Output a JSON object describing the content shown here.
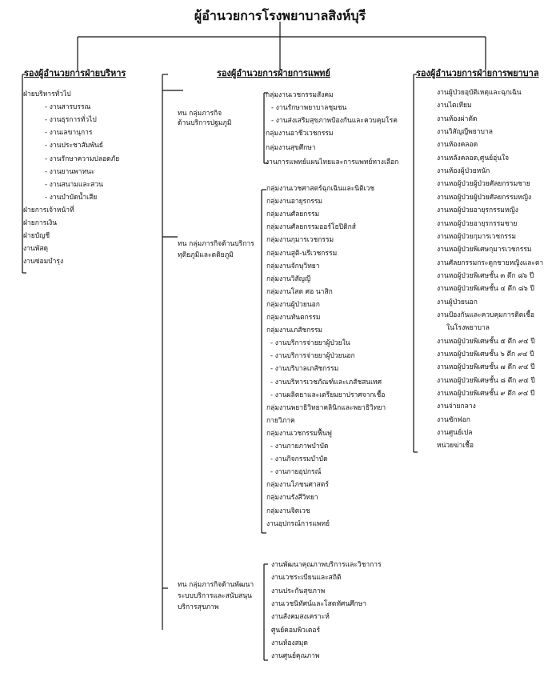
{
  "title": "ผู้อำนวยการโรงพยาบาลสิงห์บุรี",
  "left": {
    "header": "รองผู้อำนวยการฝ่ายบริหาร",
    "items": [
      {
        "text": "ฝ่ายบริหารทั่วไป",
        "sub": false
      },
      {
        "text": "- งานสารบรรณ",
        "sub": true
      },
      {
        "text": "- งานธุรการทั่วไป",
        "sub": true
      },
      {
        "text": "- งานเลขานุการ",
        "sub": true
      },
      {
        "text": "- งานประชาสัมพันธ์",
        "sub": true
      },
      {
        "text": "- งานรักษาความปลอดภัย",
        "sub": true
      },
      {
        "text": "- งานยานพาหนะ",
        "sub": true
      },
      {
        "text": "- งานสนามและสวน",
        "sub": true
      },
      {
        "text": "- งานบำบัดน้ำเสีย",
        "sub": true
      },
      {
        "text": "ฝ่ายการเจ้าหน้าที่",
        "sub": false
      },
      {
        "text": "ฝ่ายการเงิน",
        "sub": false
      },
      {
        "text": "ฝ่ายบัญชี",
        "sub": false
      },
      {
        "text": "งานพัสดุ",
        "sub": false
      },
      {
        "text": "งานซ่อมบำรุง",
        "sub": false
      }
    ]
  },
  "middle": {
    "header": "รองผู้อำนวยการฝ่ายการแพทย์",
    "mission1": {
      "label": [
        "ทน กลุ่มภารกิจ",
        "ด้านบริการปฐมภูมิ"
      ],
      "items": [
        {
          "text": "กลุ่มงานเวชกรรมสังคม",
          "sub": false
        },
        {
          "text": "- งานรักษาพยาบาลชุมชน",
          "sub": true
        },
        {
          "text": "- งานส่งเสริมสุขภาพป้องกันและควบคุมโรค",
          "sub": true
        },
        {
          "text": "กลุ่มงานอาชีวเวชกรรม",
          "sub": false
        },
        {
          "text": "กลุ่มงานสุขศึกษา",
          "sub": false
        },
        {
          "text": "งานการแพทย์แผนไทยและการแพทย์ทางเลือก",
          "sub": false
        }
      ]
    },
    "mission2": {
      "label": [
        "ทน กลุ่มภารกิจด้านบริการ",
        "ทุติยภูมิและตติยภูมิ"
      ],
      "items": [
        {
          "text": "กลุ่มงานเวชศาสตร์ฉุกเฉินและนิติเวช",
          "sub": false
        },
        {
          "text": "กลุ่มงานอายุรกรรม",
          "sub": false
        },
        {
          "text": "กลุ่มงานศัลยกรรม",
          "sub": false
        },
        {
          "text": "กลุ่มงานศัลยกรรมออร์โธปิดิกส์",
          "sub": false
        },
        {
          "text": "กลุ่มงานกุมารเวชกรรม",
          "sub": false
        },
        {
          "text": "กลุ่มงานสูติ-นรีเวชกรรม",
          "sub": false
        },
        {
          "text": "กลุ่มงานจักษุวิทยา",
          "sub": false
        },
        {
          "text": "กลุ่มงานวิสัญญี",
          "sub": false
        },
        {
          "text": "กลุ่มงานโสต ศอ นาสิก",
          "sub": false
        },
        {
          "text": "กลุ่มงานผู้ป่วยนอก",
          "sub": false
        },
        {
          "text": "กลุ่มงานทันตกรรม",
          "sub": false
        },
        {
          "text": "กลุ่มงานเภสัชกรรม",
          "sub": false
        },
        {
          "text": "- งานบริการจ่ายยาผู้ป่วยใน",
          "sub": true
        },
        {
          "text": "- งานบริการจ่ายยาผู้ป่วยนอก",
          "sub": true
        },
        {
          "text": "- งานบริบาลเภสัชกรรม",
          "sub": true
        },
        {
          "text": "- งานบริหารเวชภัณฑ์และเภสัชสนเทศ",
          "sub": true
        },
        {
          "text": "- งานผลิตยาและเตรียมยาปราศจากเชื้อ",
          "sub": true
        },
        {
          "text": "กลุ่มงานพยาธิวิทยาคลินิกและพยาธิวิทยา",
          "sub": false
        },
        {
          "text": "กายวิภาค",
          "sub": false
        },
        {
          "text": "กลุ่มงานเวชกรรมฟื้นฟู",
          "sub": false
        },
        {
          "text": "- งานกายภาพบำบัด",
          "sub": true
        },
        {
          "text": "- งานกิจกรรมบำบัด",
          "sub": true
        },
        {
          "text": "- งานกายอุปกรณ์",
          "sub": true
        },
        {
          "text": "กลุ่มงานโภชนศาสตร์",
          "sub": false
        },
        {
          "text": "กลุ่มงานรังสีวิทยา",
          "sub": false
        },
        {
          "text": "กลุ่มงานจิตเวช",
          "sub": false
        },
        {
          "text": "งานอุปกรณ์การแพทย์",
          "sub": false
        }
      ]
    },
    "mission3": {
      "label": [
        "ทน กลุ่มภารกิจด้านพัฒนา",
        "ระบบบริการและสนับสนุน",
        "บริการสุขภาพ"
      ],
      "items": [
        {
          "text": "งานพัฒนาคุณภาพบริการและวิชาการ",
          "sub": false
        },
        {
          "text": "งานเวชระเบียนและสถิติ",
          "sub": false
        },
        {
          "text": "งานประกันสุขภาพ",
          "sub": false
        },
        {
          "text": "งานเวชนิทัศน์และโสตทัศนศึกษา",
          "sub": false
        },
        {
          "text": "งานสังคมสงเคราะห์",
          "sub": false
        },
        {
          "text": "ศูนย์คอมพิวเตอร์",
          "sub": false
        },
        {
          "text": "งานห้องสมุด",
          "sub": false
        },
        {
          "text": "งานศูนย์คุณภาพ",
          "sub": false
        }
      ]
    }
  },
  "right": {
    "header": "รองผู้อำนวยการฝ่ายการพยาบาล",
    "items": [
      {
        "text": "งานผู้ป่วยอุบัติเหตุและฉุกเฉิน",
        "indent": false
      },
      {
        "text": "งานไตเทียม",
        "indent": false
      },
      {
        "text": "งานห้องผ่าตัด",
        "indent": false
      },
      {
        "text": "งานวิสัญญีพยาบาล",
        "indent": false
      },
      {
        "text": "งานห้องคลอด",
        "indent": false
      },
      {
        "text": "งานหลังคลอด,ศูนย์อุ่นใจ",
        "indent": false
      },
      {
        "text": "งานห้องผู้ป่วยหนัก",
        "indent": false
      },
      {
        "text": "งานหอผู้ป่วยผู้ป่วยศัลยกรรมชาย",
        "indent": false
      },
      {
        "text": "งานหอผู้ป่วยผู้ป่วยศัลยกรรมหญิง",
        "indent": false
      },
      {
        "text": "งานหอผู้ป่วยอายุรกรรมหญิง",
        "indent": false
      },
      {
        "text": "งานหอผู้ป่วยอายุรกรรมชาย",
        "indent": false
      },
      {
        "text": "งานหอผู้ป่วยกุมารเวชกรรม",
        "indent": false
      },
      {
        "text": "งานหอผู้ป่วยพิเศษกุมารเวชกรรม",
        "indent": false
      },
      {
        "text": "งานศัลยกรรมกระดูกชายหญิงและตา",
        "indent": false
      },
      {
        "text": "งานหอผู้ป่วยพิเศษชั้น ๓ ตึก ๘๖ ปี",
        "indent": false
      },
      {
        "text": "งานหอผู้ป่วยพิเศษชั้น ๔ ตึก ๘๖ ปี",
        "indent": false
      },
      {
        "text": "งานผู้ป่วยนอก",
        "indent": false
      },
      {
        "text": "งานป้องกันและควบคุมการติดเชื้อ",
        "indent": false
      },
      {
        "text": "ในโรงพยาบาล",
        "indent": true
      },
      {
        "text": "งานหอผู้ป่วยพิเศษชั้น ๕ ตึก ๙๔ ปี",
        "indent": false
      },
      {
        "text": "งานหอผู้ป่วยพิเศษชั้น ๖ ตึก ๙๔ ปี",
        "indent": false
      },
      {
        "text": "งานหอผู้ป่วยพิเศษชั้น ๗ ตึก ๙๔ ปี",
        "indent": false
      },
      {
        "text": "งานหอผู้ป่วยพิเศษชั้น ๘ ตึก ๙๔ ปี",
        "indent": false
      },
      {
        "text": "งานหอผู้ป่วยพิเศษชั้น ๙ ตึก ๙๔ ปี",
        "indent": false
      },
      {
        "text": "งานจ่ายกลาง",
        "indent": false
      },
      {
        "text": "งานซักฟอก",
        "indent": false
      },
      {
        "text": "งานศูนย์เปล",
        "indent": false
      },
      {
        "text": "หน่วยฆ่าเชื้อ",
        "indent": false
      }
    ]
  }
}
